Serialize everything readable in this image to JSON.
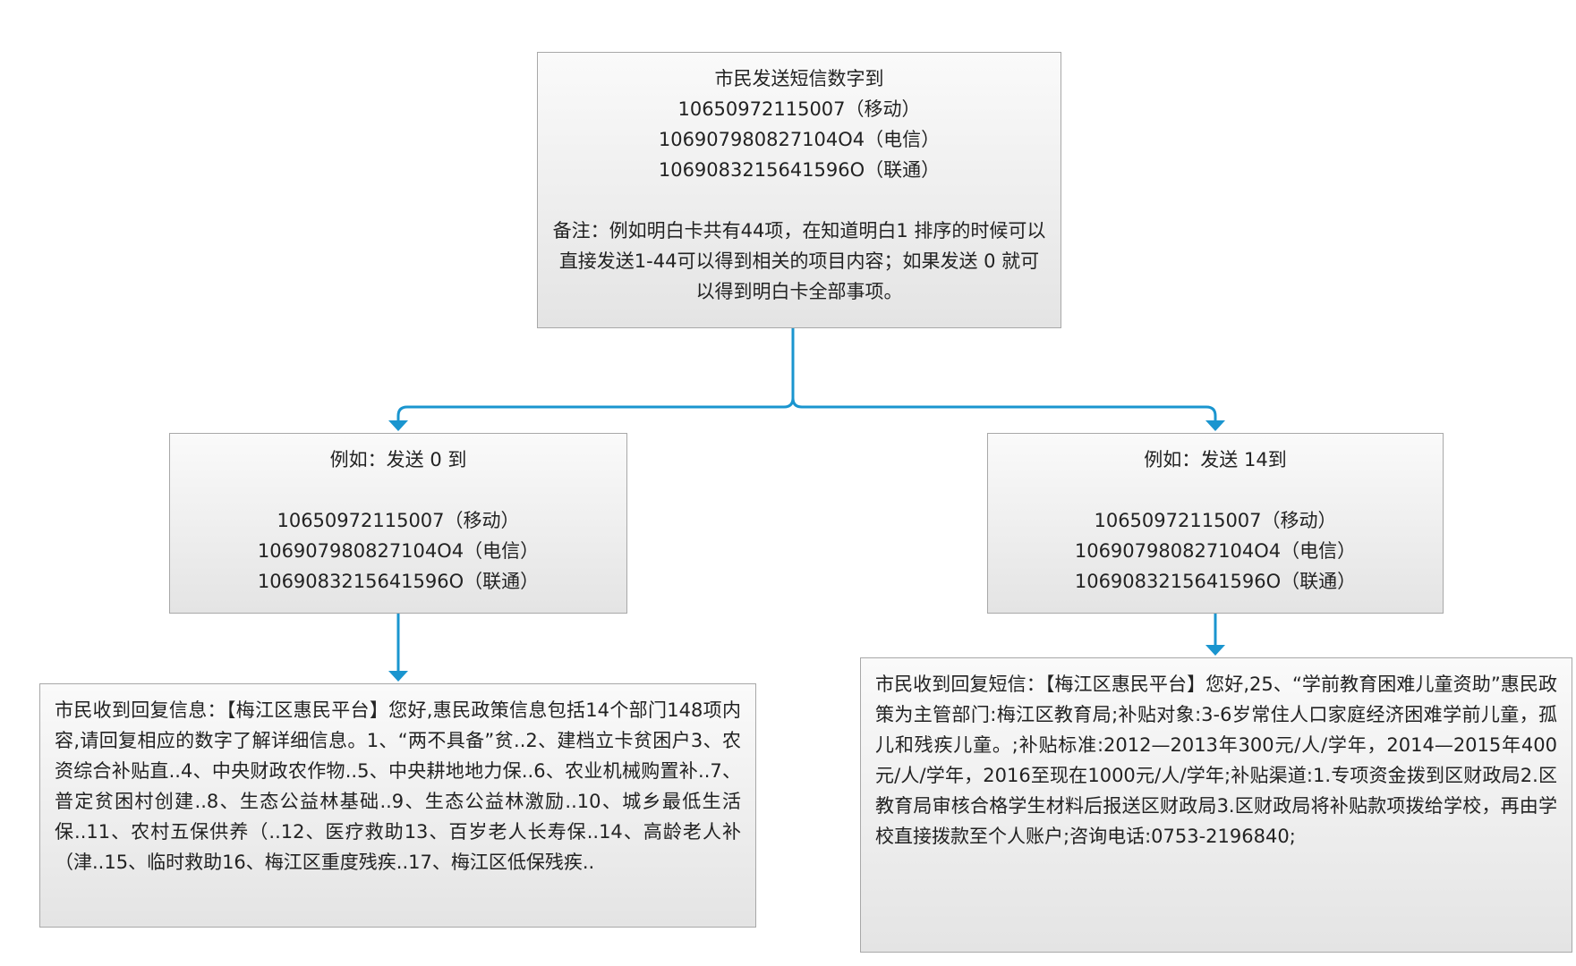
{
  "nodes": {
    "top": {
      "lines": [
        "市民发送短信数字到",
        "10650972115007（移动）",
        "106907980827104O4（电信）",
        "1069083215641596O（联通）"
      ],
      "note": "备注：例如明白卡共有44项，在知道明白1 排序的时候可以直接发送1-44可以得到相关的项目内容；如果发送 0 就可以得到明白卡全部事项。"
    },
    "left_mid": {
      "title": "例如：发送 0 到",
      "lines": [
        "10650972115007（移动）",
        "106907980827104O4（电信）",
        "1069083215641596O（联通）"
      ]
    },
    "right_mid": {
      "title": "例如：发送 14到",
      "lines": [
        "10650972115007（移动）",
        "106907980827104O4（电信）",
        "1069083215641596O（联通）"
      ]
    },
    "left_bottom": {
      "text": "市民收到回复信息：【梅江区惠民平台】您好,惠民政策信息包括14个部门148项内容,请回复相应的数字了解详细信息。1、“两不具备”贫..2、建档立卡贫困户3、农资综合补贴直..4、中央财政农作物..5、中央耕地地力保..6、农业机械购置补..7、普定贫困村创建..8、生态公益林基础..9、生态公益林激励..10、城乡最低生活保..11、农村五保供养（..12、医疗救助13、百岁老人长寿保..14、高龄老人补（津..15、临时救助16、梅江区重度残疾..17、梅江区低保残疾.."
    },
    "right_bottom": {
      "text": "市民收到回复短信：【梅江区惠民平台】您好,25、“学前教育困难儿童资助”惠民政策为主管部门:梅江区教育局;补贴对象:3-6岁常住人口家庭经济困难学前儿童，孤儿和残疾儿童。;补贴标准:2012—2013年300元/人/学年，2014—2015年400元/人/学年，2016至现在1000元/人/学年;补贴渠道:1.专项资金拨到区财政局2.区教育局审核合格学生材料后报送区财政局3.区财政局将补贴款项拨给学校，再由学校直接拨款至个人账户;咨询电话:0753-2196840;"
    }
  },
  "colors": {
    "connector": "#1a95cf",
    "box_border": "#a8a8a8",
    "box_top": "#fafafa",
    "box_bottom": "#e4e4e4"
  }
}
